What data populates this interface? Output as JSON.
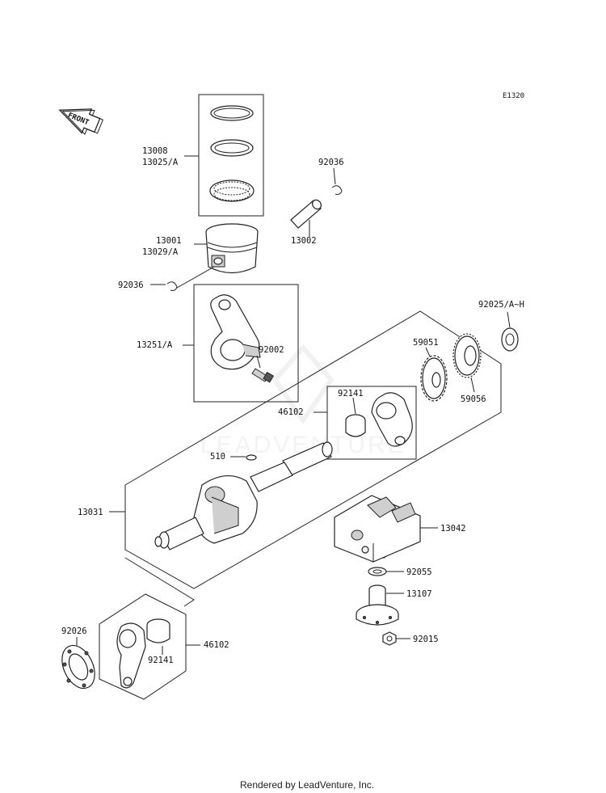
{
  "diagram_code": "E1320",
  "front_marker": "FRONT",
  "watermark": "LEADVENTURE",
  "footer": "Rendered by LeadVenture, Inc.",
  "callouts": {
    "c13008": "13008",
    "c13025": "13025/A",
    "c92036_top": "92036",
    "c13001": "13001",
    "c13029": "13029/A",
    "c13002": "13002",
    "c92036_left": "92036",
    "c92025": "92025/A~H",
    "c13251": "13251/A",
    "c92002": "92002",
    "c59051": "59051",
    "c59056": "59056",
    "c92141_upper": "92141",
    "c46102_upper": "46102",
    "c510": "510",
    "c13031": "13031",
    "c13042": "13042",
    "c92055": "92055",
    "c13107": "13107",
    "c92026": "92026",
    "c46102_lower": "46102",
    "c92141_lower": "92141",
    "c92015": "92015"
  }
}
